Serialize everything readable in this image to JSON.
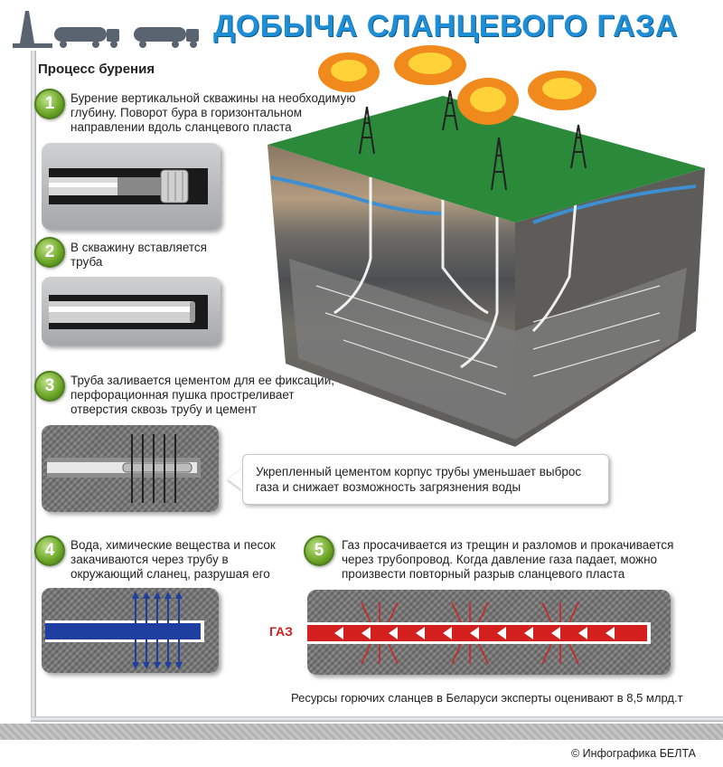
{
  "header": {
    "title": "ДОБЫЧА СЛАНЦЕВОГО ГАЗА"
  },
  "process": {
    "subtitle": "Процесс бурения"
  },
  "steps": [
    {
      "number": "1",
      "text": "Бурение вертикальной скважины на необходимую глубину. Поворот бура в горизонтальном направлении вдоль сланцевого пласта"
    },
    {
      "number": "2",
      "text": "В скважину вставляется труба"
    },
    {
      "number": "3",
      "text": "Труба заливается цементом для ее фиксации, перфорационная пушка простреливает отверстия сквозь трубу и цемент"
    },
    {
      "number": "4",
      "text": "Вода, химические вещества и песок закачиваются через трубу в окружающий сланец, разрушая его"
    },
    {
      "number": "5",
      "text": "Газ просачивается из трещин и разломов и прокачивается через трубопровод. Когда давление газа падает, можно произвести повторный разрыв сланцевого пласта"
    }
  ],
  "callout": {
    "text": "Укрепленный цементом корпус трубы уменьшает выброс газа и снижает возможность загрязнения воды"
  },
  "gas_label": "ГАЗ",
  "resources_note": "Ресурсы горючих сланцев в Беларуси эксперты оценивают в 8,5 млрд.т",
  "credit": "© Инфографика БЕЛТА",
  "colors": {
    "title": "#1e8fd6",
    "step_badge": "#6aa425",
    "gas_red": "#d41f1f",
    "water_blue": "#1e3fa0",
    "grass": "#2a8a3a"
  }
}
